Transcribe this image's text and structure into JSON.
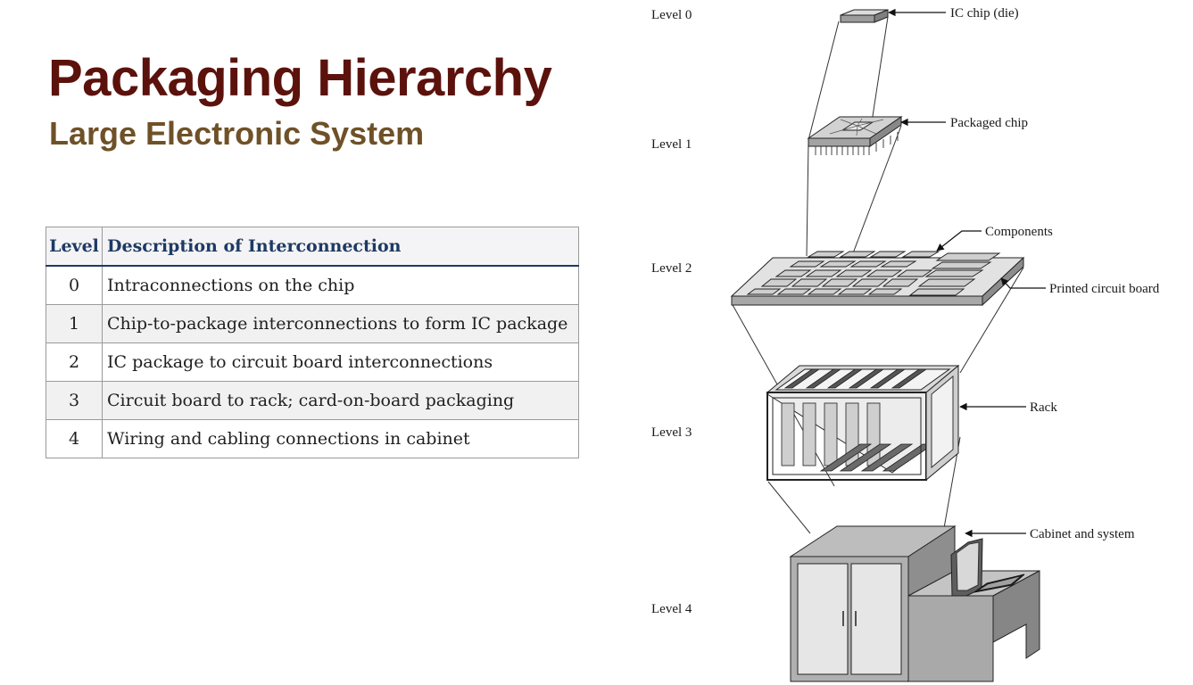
{
  "title": "Packaging Hierarchy",
  "subtitle": "Large Electronic System",
  "table": {
    "headers": [
      "Level",
      "Description of Interconnection"
    ],
    "rows": [
      {
        "level": "0",
        "description": "Intraconnections on the chip"
      },
      {
        "level": "1",
        "description": "Chip-to-package interconnections to form IC package"
      },
      {
        "level": "2",
        "description": "IC package to circuit board interconnections"
      },
      {
        "level": "3",
        "description": "Circuit board to rack; card-on-board packaging"
      },
      {
        "level": "4",
        "description": "Wiring and cabling connections in cabinet"
      }
    ]
  },
  "diagram": {
    "level_labels": [
      "Level 0",
      "Level 1",
      "Level 2",
      "Level 3",
      "Level 4"
    ],
    "callouts": {
      "die": "IC chip (die)",
      "packaged": "Packaged chip",
      "components": "Components",
      "pcb": "Printed circuit board",
      "rack": "Rack",
      "cabinet": "Cabinet and system"
    }
  },
  "colors": {
    "title": "#5c120c",
    "subtitle": "#6f5128",
    "table_header_text": "#1e3a64"
  }
}
